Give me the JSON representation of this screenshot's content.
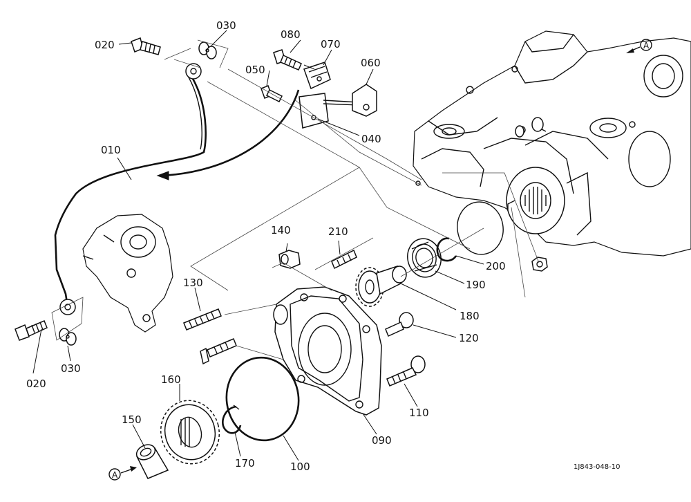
{
  "callouts": {
    "p010": "010",
    "p020a": "020",
    "p020b": "020",
    "p030a": "030",
    "p030b": "030",
    "p040": "040",
    "p050": "050",
    "p060": "060",
    "p070": "070",
    "p080": "080",
    "p090": "090",
    "p100": "100",
    "p110": "110",
    "p120": "120",
    "p130": "130",
    "p140": "140",
    "p150": "150",
    "p160": "160",
    "p170": "170",
    "p180": "180",
    "p190": "190",
    "p200": "200",
    "p210": "210"
  },
  "reference_marker": "A",
  "drawing_code": "1J843-048-10"
}
